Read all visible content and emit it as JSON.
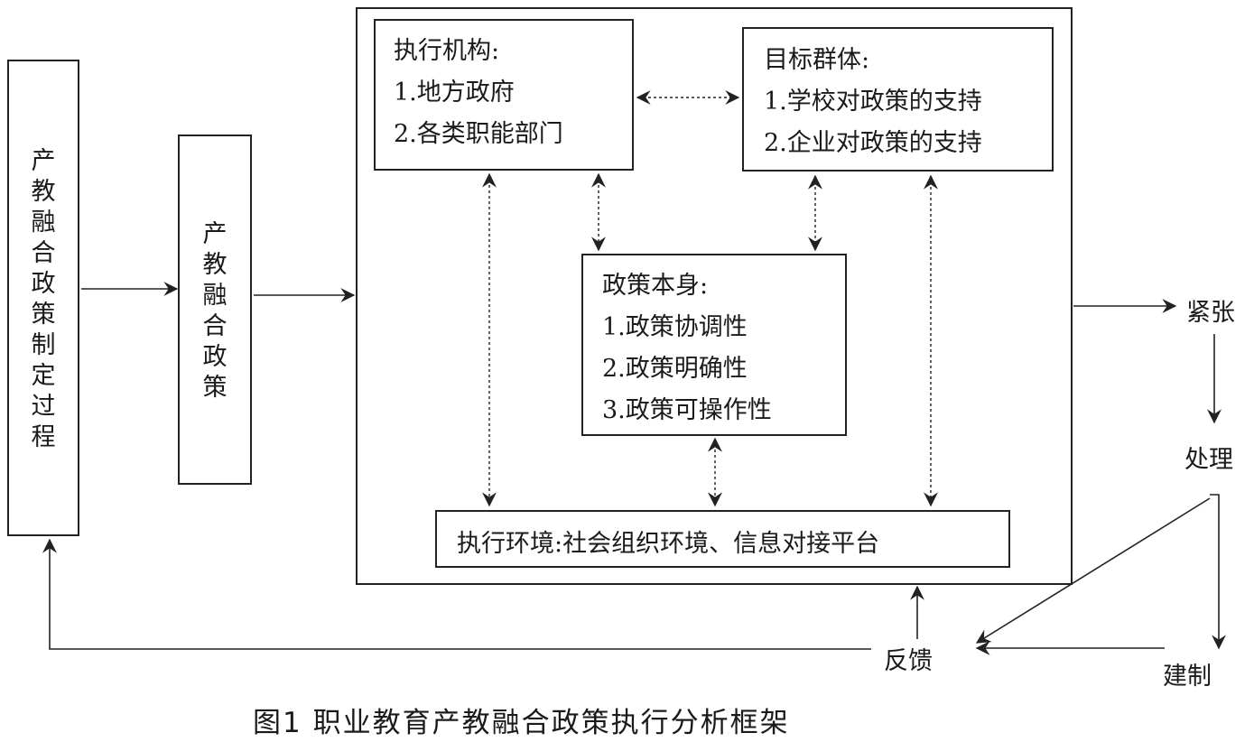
{
  "process_box": {
    "chars": [
      "产",
      "教",
      "融",
      "合",
      "政",
      "策",
      "制",
      "定",
      "过",
      "程"
    ]
  },
  "policy_box": {
    "chars": [
      "产",
      "教",
      "融",
      "合",
      "政",
      "策"
    ]
  },
  "executor": {
    "title": "执行机构:",
    "items": [
      "1.地方政府",
      "2.各类职能部门"
    ]
  },
  "target_group": {
    "title": "目标群体:",
    "items": [
      "1.学校对政策的支持",
      "2.企业对政策的支持"
    ]
  },
  "policy_itself": {
    "title": "政策本身:",
    "items": [
      "1.政策协调性",
      "2.政策明确性",
      "3.政策可操作性"
    ]
  },
  "environment": {
    "text": "执行环境:社会组织环境、信息对接平台"
  },
  "flow_labels": {
    "tension": "紧张",
    "handling": "处理",
    "construction": "建制",
    "feedback": "反馈"
  },
  "caption": "图1 职业教育产教融合政策执行分析框架"
}
